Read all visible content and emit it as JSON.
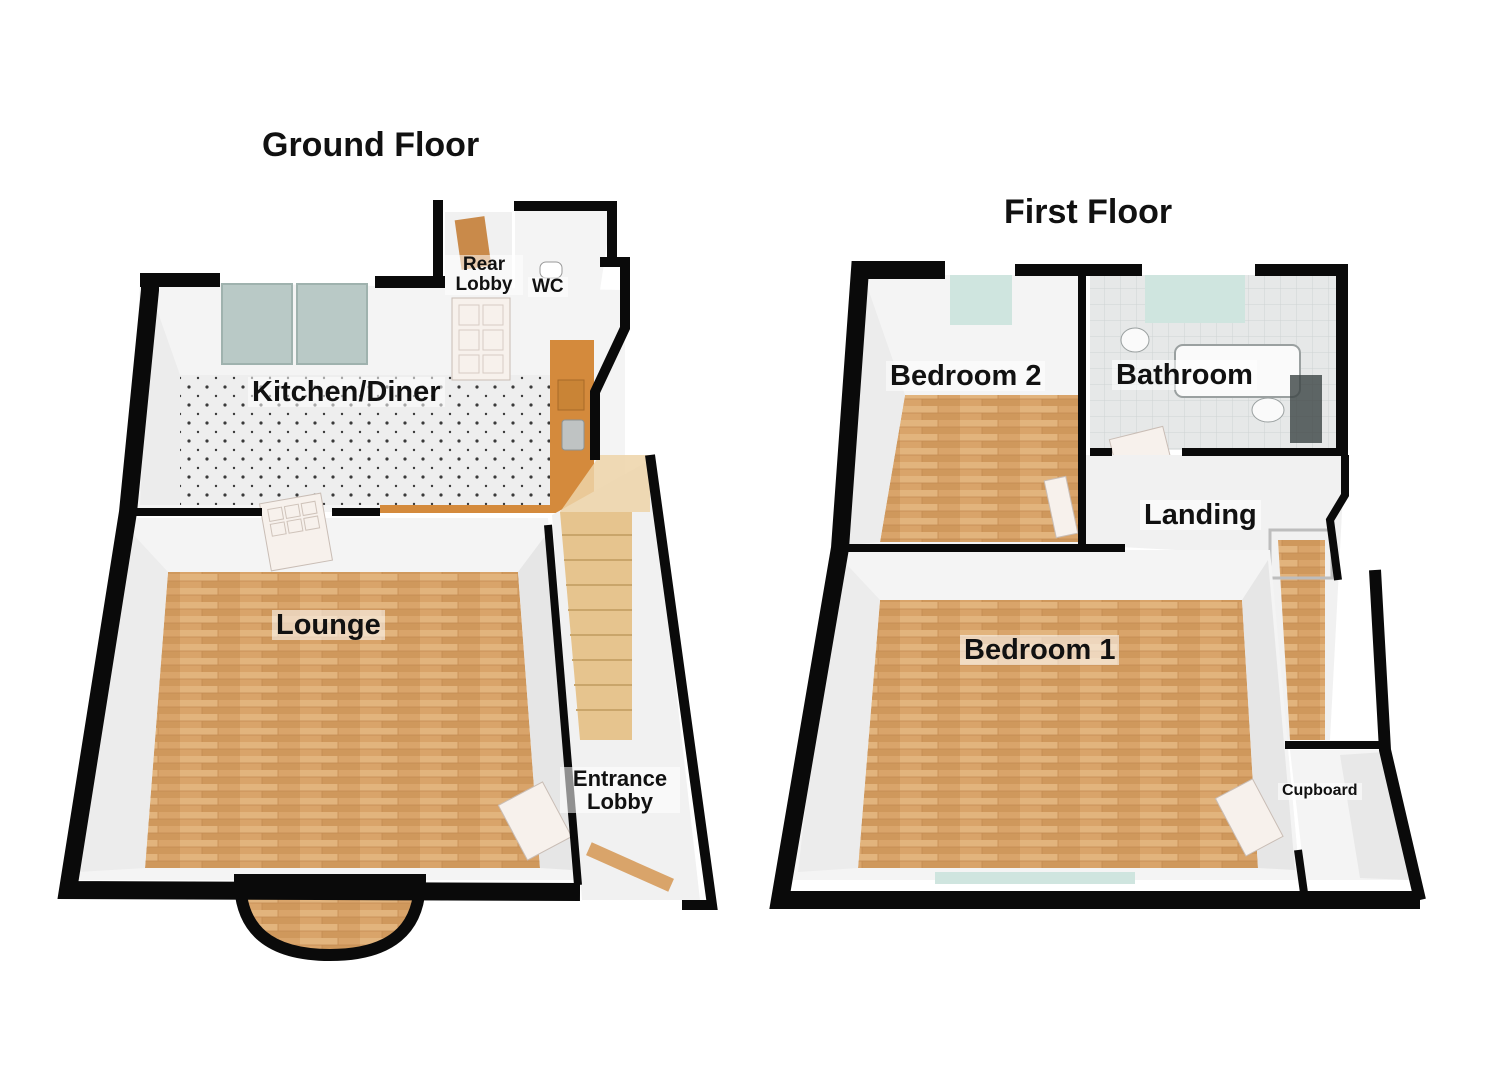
{
  "floors": [
    {
      "title": "Ground Floor",
      "rooms": [
        "Kitchen/Diner",
        "Lounge",
        "Rear Lobby",
        "WC",
        "Entrance Lobby"
      ]
    },
    {
      "title": "First Floor",
      "rooms": [
        "Bedroom 2",
        "Bathroom",
        "Landing",
        "Bedroom 1",
        "Cupboard"
      ]
    }
  ],
  "colors": {
    "wall": "#0a0a0a",
    "wall_face": "#f4f4f4",
    "wood_floor": "#d9a46a",
    "tile_floor": "#eeeeee",
    "bath_tile": "#e8eaea",
    "worktop": "#d48a3c",
    "stairs": "#e6c48e",
    "door": "#f7f1ec",
    "window": "#bfe0da"
  }
}
